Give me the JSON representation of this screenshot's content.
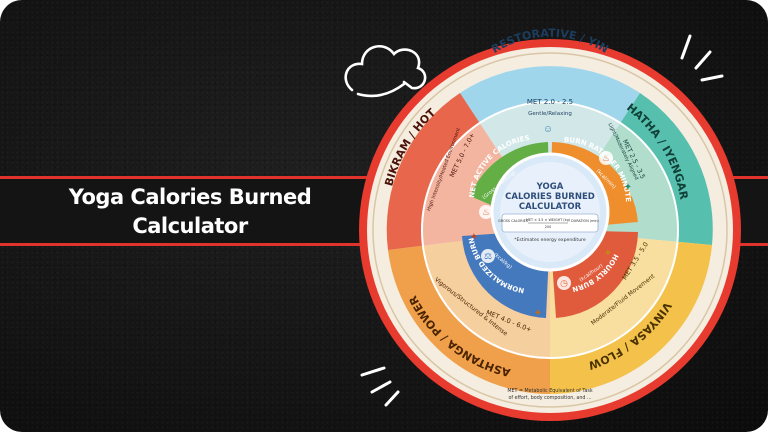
{
  "banner": {
    "title": "Yoga Calories Burned Calculator"
  },
  "wheel": {
    "center": {
      "title_lines": [
        "YOGA",
        "CALORIES BURNED",
        "CALCULATOR"
      ],
      "formula_left": "GROSS CALORIES",
      "formula_middle": "MET × 3.5 × WEIGHT (kg)",
      "formula_divisor": "200",
      "formula_right": "DURATION (min)",
      "note": "*Estimates energy expenditure"
    },
    "inner_ring": [
      {
        "label": "NET ACTIVE CALORIES",
        "sub": "(Gross - Resting)",
        "color": "#5aa83e"
      },
      {
        "label": "BURN RATE PER MINUTE",
        "sub": "(kcal/min)",
        "color": "#ee8a2a"
      },
      {
        "label": "HOURLY BURN",
        "sub": "(kcal/hour)",
        "color": "#d94a3a"
      },
      {
        "label": "NORMALIZED BURN",
        "sub": "(kcal/kg)",
        "color": "#3f72b8"
      }
    ],
    "outer_ring": [
      {
        "name": "RESTORATIVE / YIN",
        "met": "MET 2.0 - 2.5",
        "desc": "Gentle/Relaxing",
        "color": "#7cc6e4"
      },
      {
        "name": "HATHA / IYENGAR",
        "met": "MET 2.5 - 3.5",
        "desc": "Light/Moderately Aligned",
        "color": "#3fb3a0"
      },
      {
        "name": "VINYASA / FLOW",
        "met": "MET 3.5 - 5.0",
        "desc": "Moderate/Fluid Movement",
        "color": "#f2b530"
      },
      {
        "name": "ASHTANGA / POWER",
        "met": "MET 4.0 - 6.0+",
        "desc": "Vigorous/Structured & Intense",
        "color": "#ee8f38"
      },
      {
        "name": "BIKRAM / HOT",
        "met": "MET 5.0 - 7.0+",
        "desc": "High Intensity/Heated Environment",
        "color": "#e35d44"
      }
    ],
    "footnote": {
      "line1": "MET = Metabolic Equivalent of Task",
      "line2": "of effort, body composition, and ..."
    }
  },
  "decorations": {
    "cloud": "cloud-doodle-icon",
    "sparkle_top": "sparkle-lines-icon",
    "sparkle_bottom": "sparkle-lines-icon"
  }
}
